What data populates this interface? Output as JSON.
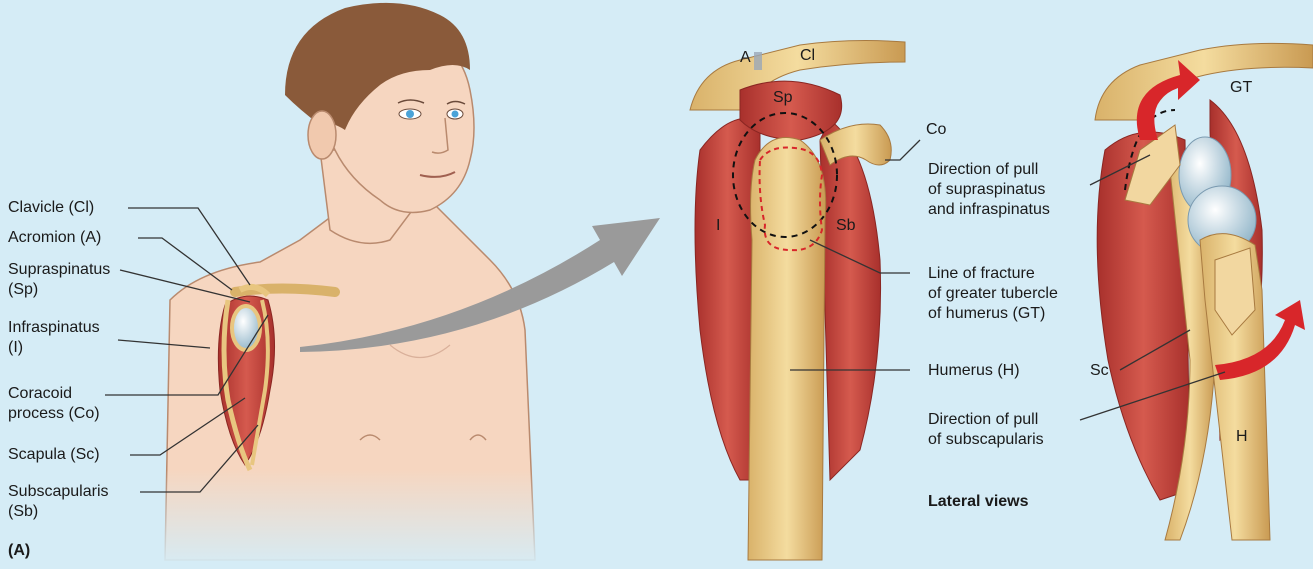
{
  "labels_left": {
    "clavicle": "Clavicle (Cl)",
    "acromion": "Acromion (A)",
    "supraspinatus_1": "Supraspinatus",
    "supraspinatus_2": "(Sp)",
    "infraspinatus_1": "Infraspinatus",
    "infraspinatus_2": "(I)",
    "coracoid_1": "Coracoid",
    "coracoid_2": "process (Co)",
    "scapula": "Scapula (Sc)",
    "subscapularis_1": "Subscapularis",
    "subscapularis_2": "(Sb)"
  },
  "panel_label": "(A)",
  "middle_abbrev": {
    "a": "A",
    "cl": "Cl",
    "sp": "Sp",
    "co": "Co",
    "i": "I",
    "sb": "Sb"
  },
  "middle_labels": {
    "fracture_1": "Line of fracture",
    "fracture_2": "of greater tubercle",
    "fracture_3": "of humerus (GT)",
    "humerus": "Humerus (H)",
    "lateral_views": "Lateral views"
  },
  "right_labels": {
    "gt": "GT",
    "pull_supra_1": "Direction of pull",
    "pull_supra_2": "of supraspinatus",
    "pull_supra_3": "and infraspinatus",
    "sc": "Sc",
    "pull_sub_1": "Direction of pull",
    "pull_sub_2": "of subscapularis",
    "h": "H"
  },
  "colors": {
    "background": "#d5ecf6",
    "skin": "#f6d6c0",
    "hair": "#8a5a3a",
    "bone": "#e8c680",
    "muscle": "#c8463e",
    "arrow_gray": "#9a9a9a",
    "arrow_red": "#d8262a",
    "fracture_red": "#d8262a"
  }
}
